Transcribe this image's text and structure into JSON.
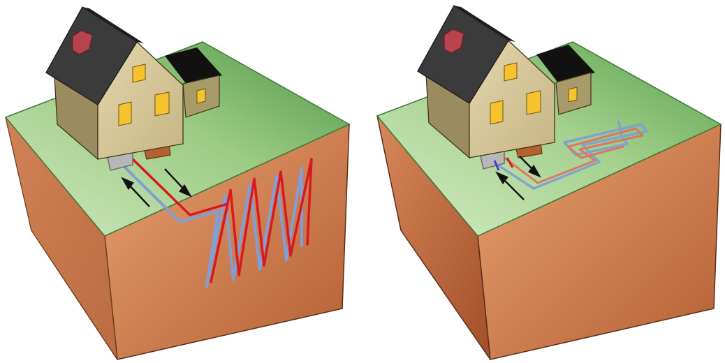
{
  "diagrams": [
    {
      "id": "vertical-loop",
      "pipe_layout": "vertical",
      "hot_flow": "outgoing",
      "cold_flow": "returning"
    },
    {
      "id": "horizontal-loop",
      "pipe_layout": "horizontal",
      "hot_flow": "outgoing",
      "cold_flow": "returning"
    }
  ],
  "colors": {
    "soil_light": "#e79a6a",
    "soil_dark": "#a24f2a",
    "grass_light": "#c9e6b8",
    "grass_dark": "#4f9a45",
    "house_wall": "#d6c79d",
    "house_wall_shade": "#9b8c5f",
    "roof": "#3b3b3b",
    "window": "#f6c32e",
    "chimney": "#b8434c",
    "pipe_hot": "#d81920",
    "pipe_cold": "#7f9fd6",
    "arrow": "#111111"
  }
}
